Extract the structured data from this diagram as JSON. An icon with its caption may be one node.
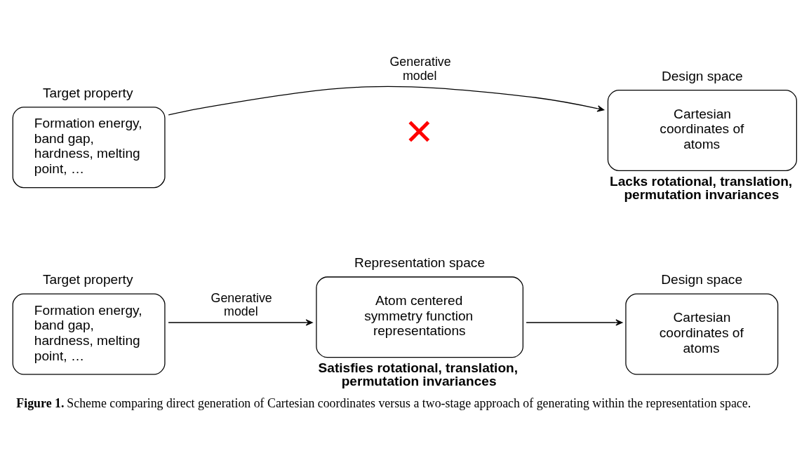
{
  "diagram": {
    "caption": "**Figure 1.** Scheme comparing direct generation of Cartesian coordinates versus a two-stage approach of generating within the representation space.",
    "nodes": [
      {
        "text": [
          "Target property",
          "Formation energy, band gap, hardness, melting point, …"
        ]
      },
      {
        "text": [
          "Design space",
          "Cartesian coordinates of atoms"
        ],
        "beside": [
          "Lacks rotational, translation, permutation invariances"
        ]
      },
      {
        "text": [
          "Target property",
          "Formation energy, band gap, hardness, melting point, …"
        ]
      },
      {
        "text": [
          "Representation space",
          "Atom centered symmetry function representations"
        ],
        "beside": [
          "Satisfies rotational, translation, permutation invariances"
        ]
      },
      {
        "text": [
          "Design space",
          "Cartesian coordinates of atoms"
        ]
      }
    ],
    "edges": [
      {
        "from": 0,
        "to": 1,
        "arrow": "to",
        "label": "Generative model"
      },
      {
        "from": 2,
        "to": 3,
        "arrow": "to",
        "label": "Generative model"
      },
      {
        "from": 3,
        "to": 4,
        "arrow": "to"
      }
    ],
    "labels": [
      "✕"
    ]
  }
}
